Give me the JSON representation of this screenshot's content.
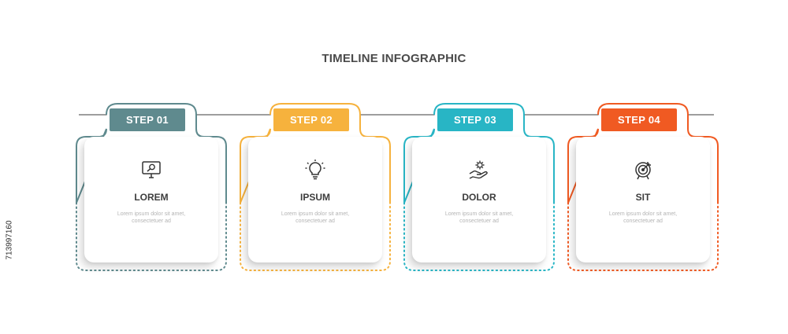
{
  "title": "TIMELINE INFOGRAPHIC",
  "side_id": "713997160",
  "steps": [
    {
      "badge": "STEP 01",
      "heading": "LOREM",
      "desc_line1": "Lorem ipsum dolor sit amet,",
      "desc_line2": "consectetuer ad",
      "color": "#5f8a8e",
      "icon": "monitor-search-icon"
    },
    {
      "badge": "STEP 02",
      "heading": "IPSUM",
      "desc_line1": "Lorem ipsum dolor sit amet,",
      "desc_line2": "consectetuer ad",
      "color": "#f6b23d",
      "icon": "lightbulb-icon"
    },
    {
      "badge": "STEP 03",
      "heading": "DOLOR",
      "desc_line1": "Lorem ipsum dolor sit amet,",
      "desc_line2": "consectetuer ad",
      "color": "#28b5c5",
      "icon": "hand-gear-icon"
    },
    {
      "badge": "STEP 04",
      "heading": "SIT",
      "desc_line1": "Lorem ipsum dolor sit amet,",
      "desc_line2": "consectetuer ad",
      "color": "#f05a22",
      "icon": "target-icon"
    }
  ]
}
